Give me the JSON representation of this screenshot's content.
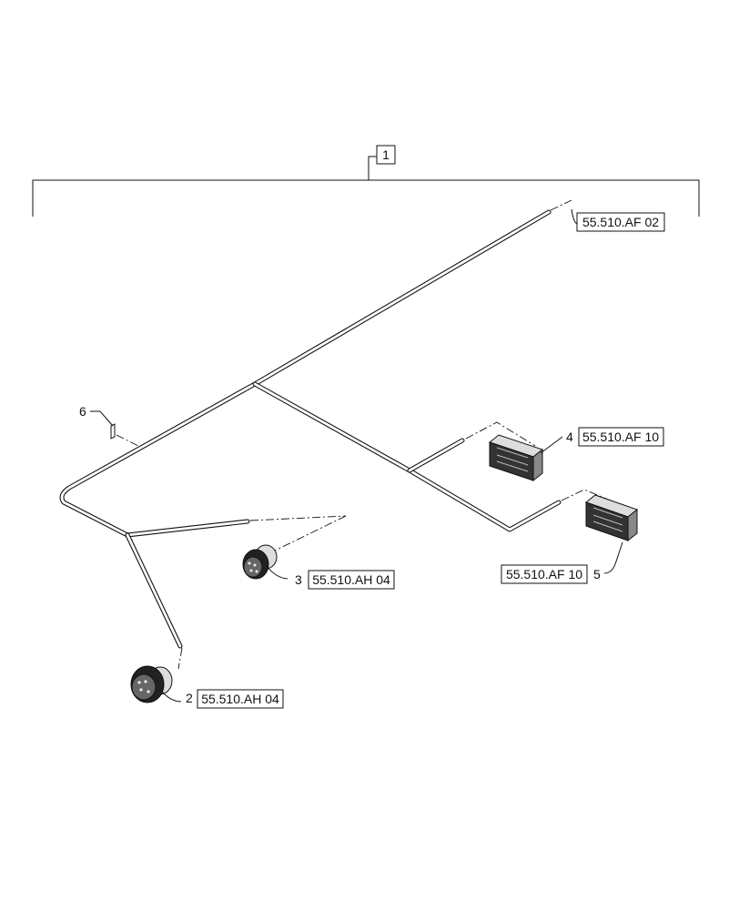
{
  "assembly": {
    "item": "1"
  },
  "callouts": [
    {
      "item": "2",
      "ref": "55.510.AH 04",
      "part": "round-connector"
    },
    {
      "item": "3",
      "ref": "55.510.AH 04",
      "part": "round-connector"
    },
    {
      "item": "4",
      "ref": "55.510.AF 10",
      "part": "rectangular-connector"
    },
    {
      "item": "5",
      "ref": "55.510.AF 10",
      "part": "rectangular-connector"
    },
    {
      "item": "6",
      "ref": "",
      "part": "harness-tag"
    }
  ],
  "end_ref": {
    "ref": "55.510.AF 02"
  }
}
